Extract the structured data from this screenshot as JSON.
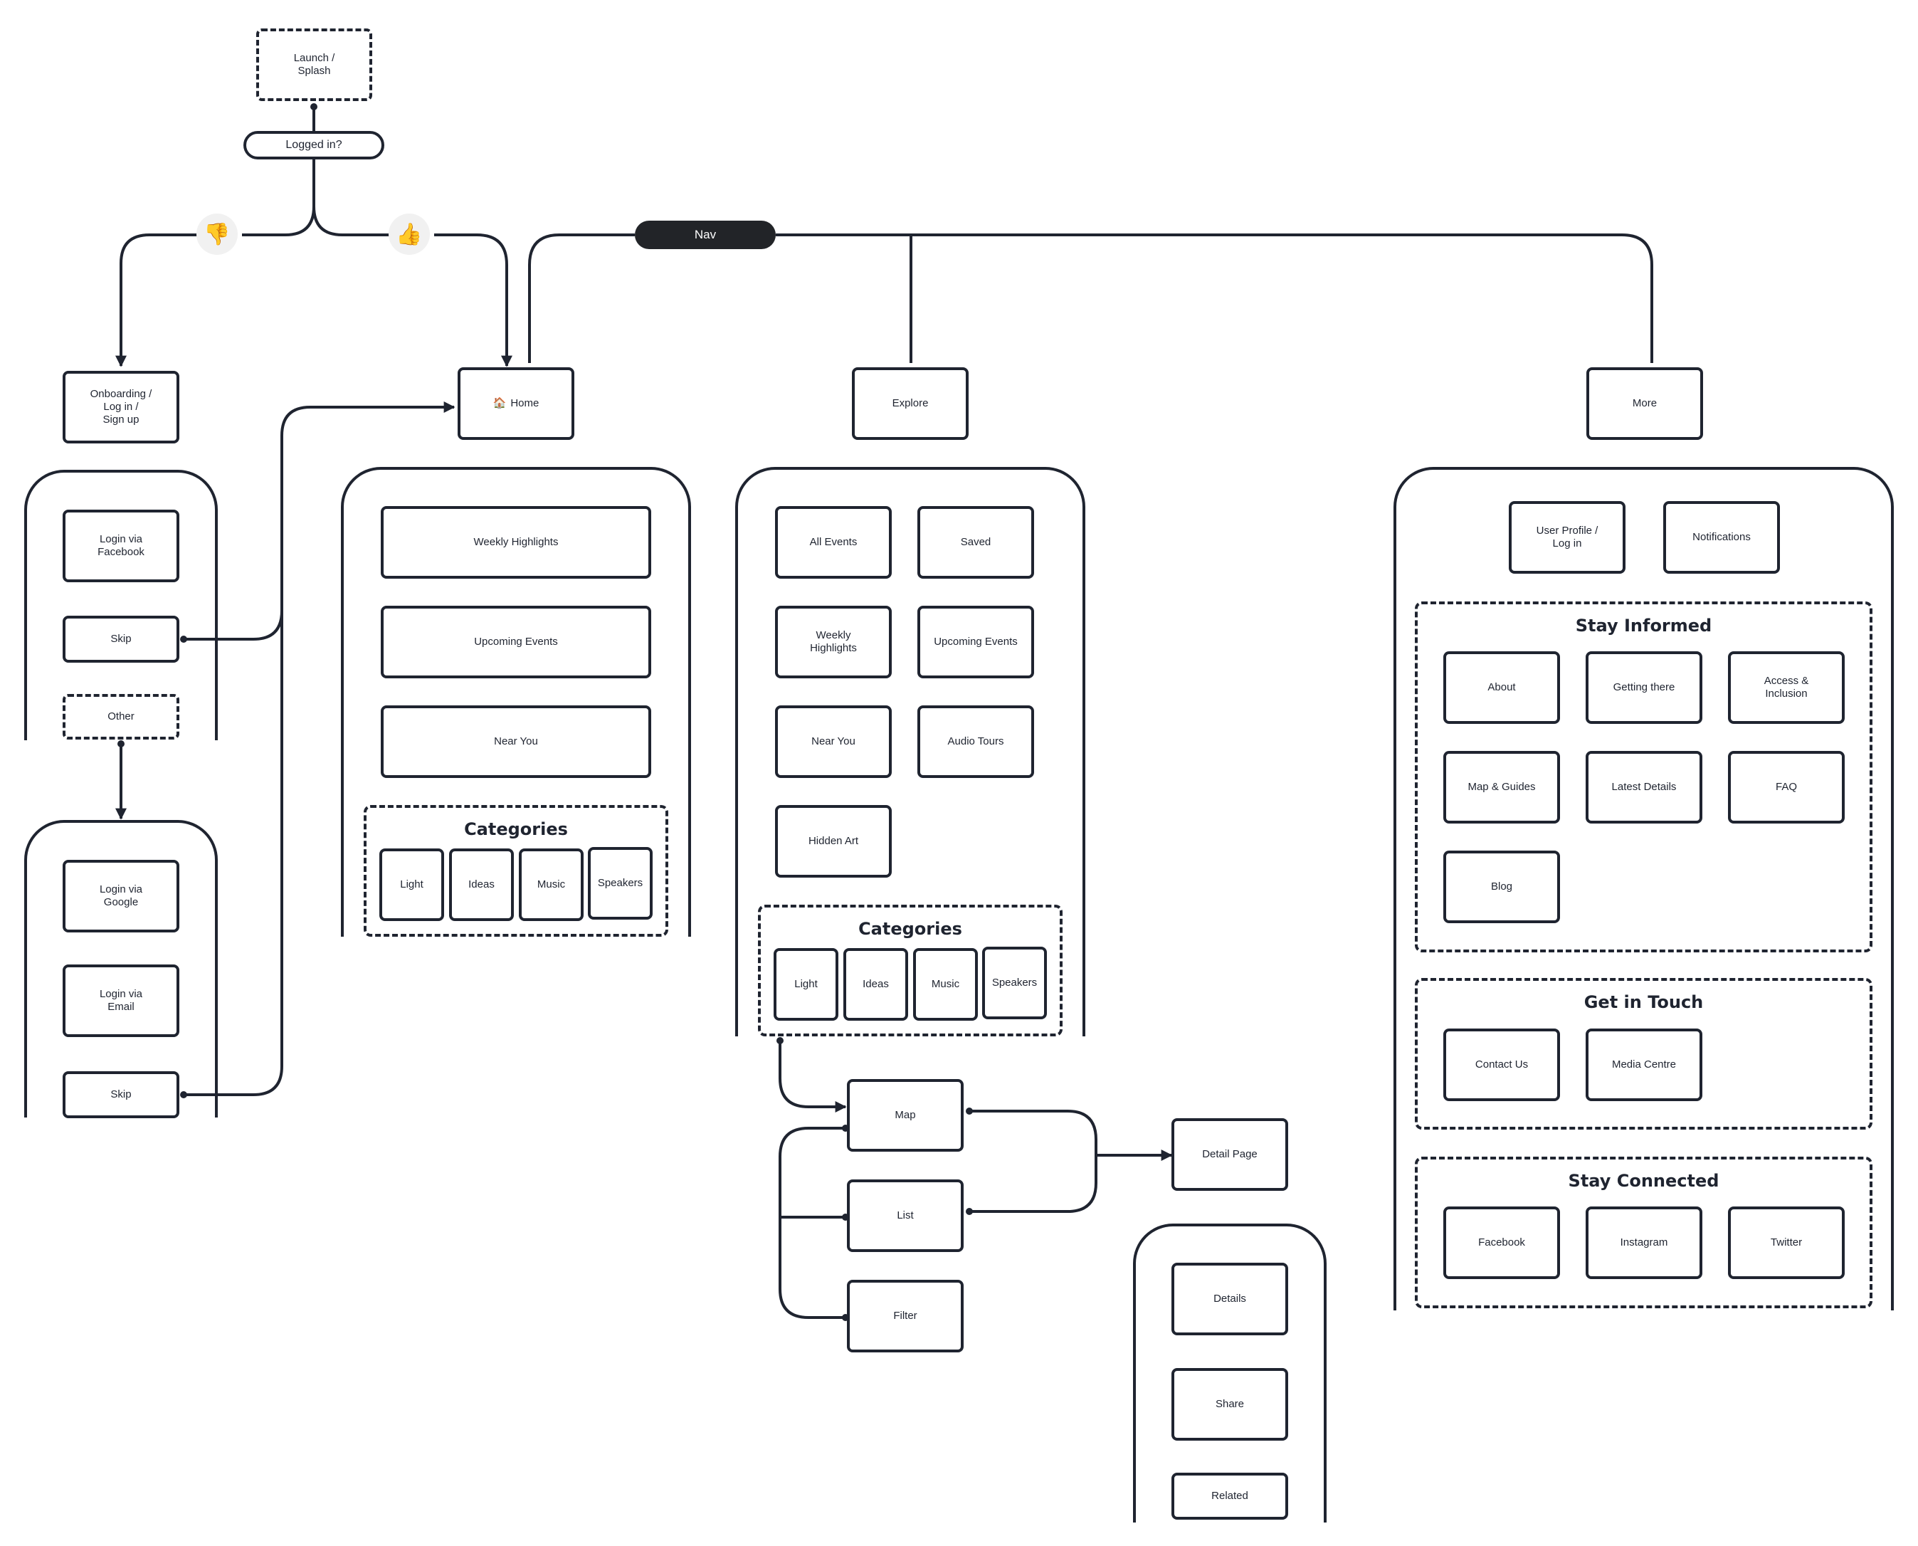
{
  "launch": "Launch /\nSplash",
  "decision": "Logged in?",
  "nav": "Nav",
  "icons": {
    "no": "thumbs-down-icon",
    "yes": "thumbs-up-icon",
    "home": "house-icon"
  },
  "onboarding": {
    "title": "Onboarding /\nLog in /\nSign up",
    "login_facebook": "Login via\nFacebook",
    "skip": "Skip",
    "other": "Other",
    "login_google": "Login via\nGoogle",
    "login_email": "Login via\nEmail",
    "skip2": "Skip"
  },
  "home": {
    "title": "Home",
    "items": [
      "Weekly Highlights",
      "Upcoming Events",
      "Near You"
    ],
    "categories_title": "Categories",
    "categories": [
      "Light",
      "Ideas",
      "Music",
      "Speakers"
    ]
  },
  "explore": {
    "title": "Explore",
    "items": [
      "All Events",
      "Saved",
      "Weekly\nHighlights",
      "Upcoming Events",
      "Near You",
      "Audio Tours",
      "Hidden Art"
    ],
    "categories_title": "Categories",
    "categories": [
      "Light",
      "Ideas",
      "Music",
      "Speakers"
    ],
    "views": [
      "Map",
      "List",
      "Filter"
    ],
    "detail": "Detail Page",
    "detail_items": [
      "Details",
      "Share",
      "Related"
    ]
  },
  "more": {
    "title": "More",
    "top": [
      "User Profile /\nLog in",
      "Notifications"
    ],
    "stay_informed": {
      "title": "Stay Informed",
      "items": [
        "About",
        "Getting there",
        "Access &\nInclusion",
        "Map & Guides",
        "Latest Details",
        "FAQ",
        "Blog"
      ]
    },
    "get_in_touch": {
      "title": "Get in Touch",
      "items": [
        "Contact Us",
        "Media Centre"
      ]
    },
    "stay_connected": {
      "title": "Stay Connected",
      "items": [
        "Facebook",
        "Instagram",
        "Twitter"
      ]
    }
  }
}
